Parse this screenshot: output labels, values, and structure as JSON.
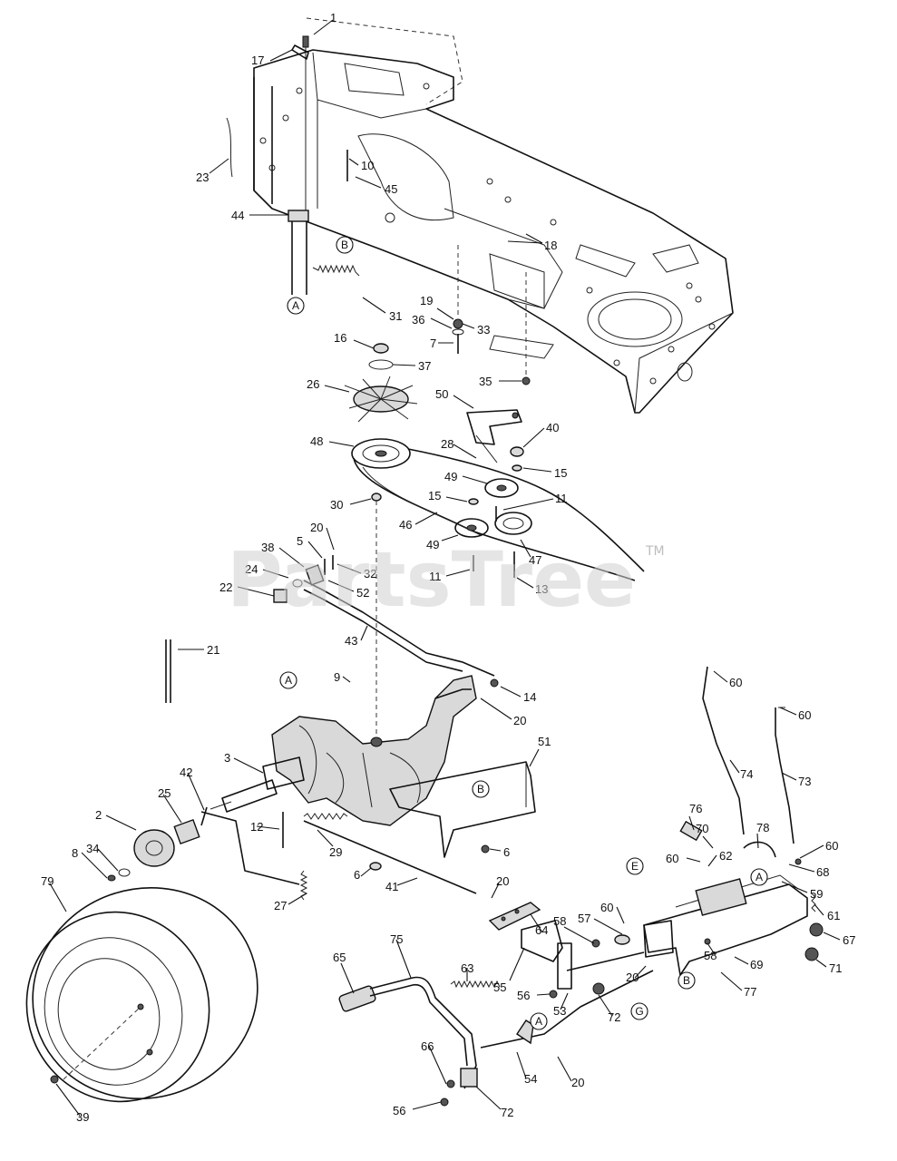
{
  "watermark": {
    "text": "PartsTree",
    "trademark": "TM"
  },
  "callouts": [
    {
      "id": "c-1",
      "text": "1"
    },
    {
      "id": "c-17",
      "text": "17"
    },
    {
      "id": "c-23",
      "text": "23"
    },
    {
      "id": "c-10",
      "text": "10"
    },
    {
      "id": "c-45",
      "text": "45"
    },
    {
      "id": "c-44",
      "text": "44"
    },
    {
      "id": "c-18",
      "text": "18"
    },
    {
      "id": "c-31",
      "text": "31"
    },
    {
      "id": "c-19",
      "text": "19"
    },
    {
      "id": "c-36",
      "text": "36"
    },
    {
      "id": "c-33",
      "text": "33"
    },
    {
      "id": "c-7",
      "text": "7"
    },
    {
      "id": "c-16",
      "text": "16"
    },
    {
      "id": "c-37",
      "text": "37"
    },
    {
      "id": "c-35",
      "text": "35"
    },
    {
      "id": "c-26",
      "text": "26"
    },
    {
      "id": "c-50",
      "text": "50"
    },
    {
      "id": "c-40",
      "text": "40"
    },
    {
      "id": "c-48",
      "text": "48"
    },
    {
      "id": "c-28",
      "text": "28"
    },
    {
      "id": "c-15a",
      "text": "15"
    },
    {
      "id": "c-49a",
      "text": "49"
    },
    {
      "id": "c-15b",
      "text": "15"
    },
    {
      "id": "c-11a",
      "text": "11"
    },
    {
      "id": "c-30",
      "text": "30"
    },
    {
      "id": "c-46",
      "text": "46"
    },
    {
      "id": "c-49b",
      "text": "49"
    },
    {
      "id": "c-47",
      "text": "47"
    },
    {
      "id": "c-20a",
      "text": "20"
    },
    {
      "id": "c-5",
      "text": "5"
    },
    {
      "id": "c-38",
      "text": "38"
    },
    {
      "id": "c-32",
      "text": "32"
    },
    {
      "id": "c-24",
      "text": "24"
    },
    {
      "id": "c-52",
      "text": "52"
    },
    {
      "id": "c-22",
      "text": "22"
    },
    {
      "id": "c-11b",
      "text": "11"
    },
    {
      "id": "c-13",
      "text": "13"
    },
    {
      "id": "c-21",
      "text": "21"
    },
    {
      "id": "c-43",
      "text": "43"
    },
    {
      "id": "c-9",
      "text": "9"
    },
    {
      "id": "c-14",
      "text": "14"
    },
    {
      "id": "c-20b",
      "text": "20"
    },
    {
      "id": "c-60a",
      "text": "60"
    },
    {
      "id": "c-60b",
      "text": "60"
    },
    {
      "id": "c-3",
      "text": "3"
    },
    {
      "id": "c-42",
      "text": "42"
    },
    {
      "id": "c-51",
      "text": "51"
    },
    {
      "id": "c-74",
      "text": "74"
    },
    {
      "id": "c-73",
      "text": "73"
    },
    {
      "id": "c-2",
      "text": "2"
    },
    {
      "id": "c-25",
      "text": "25"
    },
    {
      "id": "c-12",
      "text": "12"
    },
    {
      "id": "c-29",
      "text": "29"
    },
    {
      "id": "c-6a",
      "text": "6"
    },
    {
      "id": "c-76",
      "text": "76"
    },
    {
      "id": "c-70",
      "text": "70"
    },
    {
      "id": "c-78",
      "text": "78"
    },
    {
      "id": "c-8",
      "text": "8"
    },
    {
      "id": "c-34",
      "text": "34"
    },
    {
      "id": "c-60c",
      "text": "60"
    },
    {
      "id": "c-62",
      "text": "62"
    },
    {
      "id": "c-60d",
      "text": "60"
    },
    {
      "id": "c-79",
      "text": "79"
    },
    {
      "id": "c-6b",
      "text": "6"
    },
    {
      "id": "c-41",
      "text": "41"
    },
    {
      "id": "c-27",
      "text": "27"
    },
    {
      "id": "c-20c",
      "text": "20"
    },
    {
      "id": "c-68",
      "text": "68"
    },
    {
      "id": "c-59",
      "text": "59"
    },
    {
      "id": "c-61",
      "text": "61"
    },
    {
      "id": "c-64",
      "text": "64"
    },
    {
      "id": "c-60e",
      "text": "60"
    },
    {
      "id": "c-58a",
      "text": "58"
    },
    {
      "id": "c-57",
      "text": "57"
    },
    {
      "id": "c-67",
      "text": "67"
    },
    {
      "id": "c-58b",
      "text": "58"
    },
    {
      "id": "c-69",
      "text": "69"
    },
    {
      "id": "c-71",
      "text": "71"
    },
    {
      "id": "c-65",
      "text": "65"
    },
    {
      "id": "c-75",
      "text": "75"
    },
    {
      "id": "c-63",
      "text": "63"
    },
    {
      "id": "c-55",
      "text": "55"
    },
    {
      "id": "c-20d",
      "text": "20"
    },
    {
      "id": "c-77",
      "text": "77"
    },
    {
      "id": "c-56a",
      "text": "56"
    },
    {
      "id": "c-53",
      "text": "53"
    },
    {
      "id": "c-72a",
      "text": "72"
    },
    {
      "id": "c-66",
      "text": "66"
    },
    {
      "id": "c-54",
      "text": "54"
    },
    {
      "id": "c-20e",
      "text": "20"
    },
    {
      "id": "c-56b",
      "text": "56"
    },
    {
      "id": "c-72b",
      "text": "72"
    },
    {
      "id": "c-39",
      "text": "39"
    }
  ],
  "reference_markers": [
    {
      "id": "m-A1",
      "text": "A"
    },
    {
      "id": "m-B1",
      "text": "B"
    },
    {
      "id": "m-A2",
      "text": "A"
    },
    {
      "id": "m-B2",
      "text": "B"
    },
    {
      "id": "m-E",
      "text": "E"
    },
    {
      "id": "m-A3",
      "text": "A"
    },
    {
      "id": "m-B3",
      "text": "B"
    },
    {
      "id": "m-G",
      "text": "G"
    },
    {
      "id": "m-A4",
      "text": "A"
    }
  ]
}
